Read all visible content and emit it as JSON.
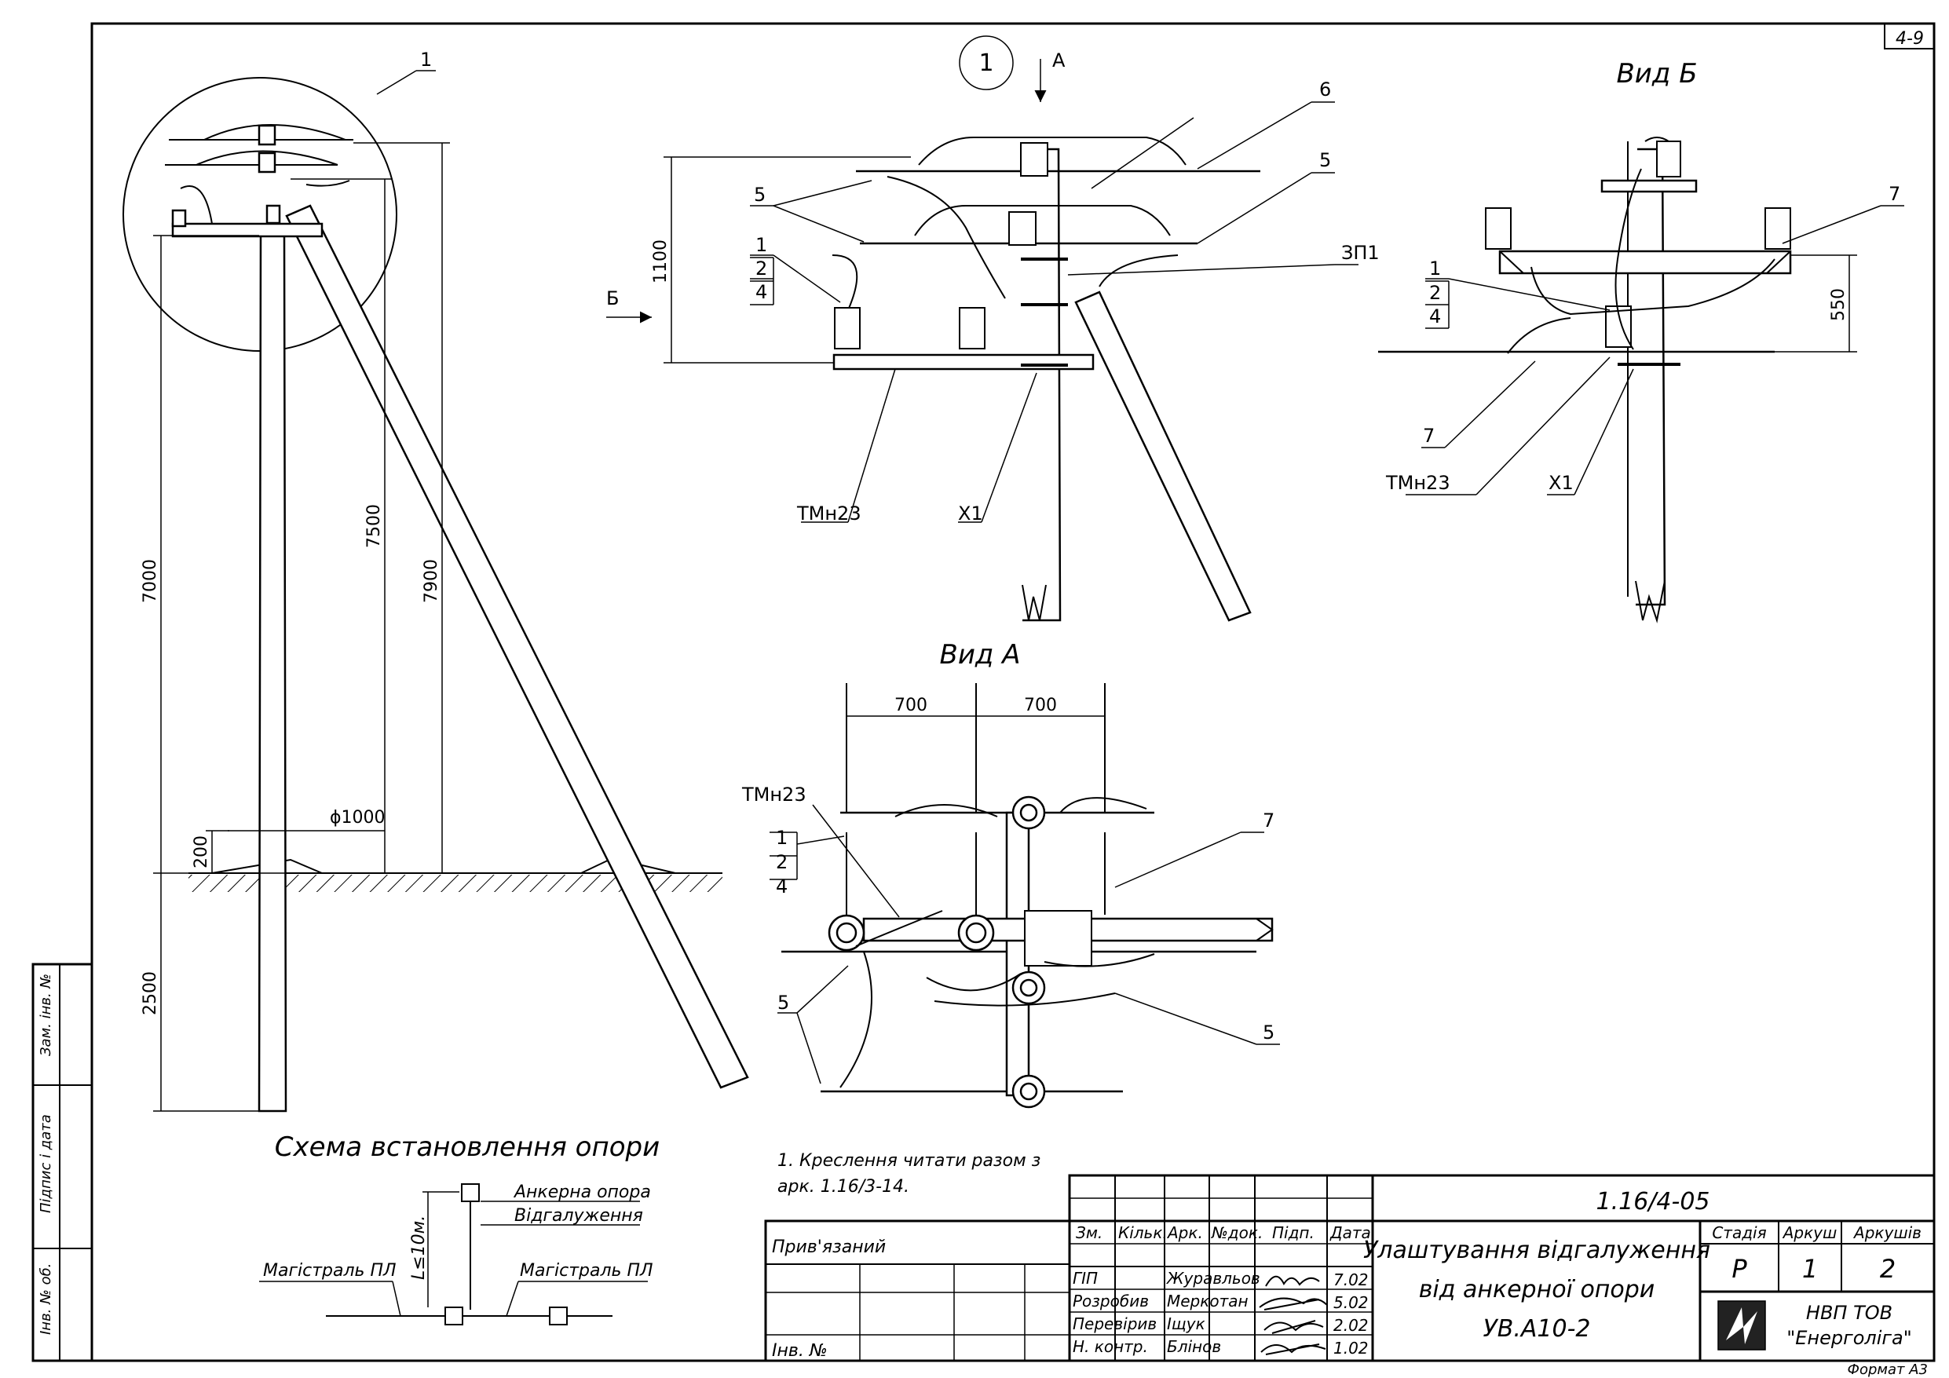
{
  "sheet_code": "4-9",
  "callout_number": "1",
  "arrow_a": "А",
  "arrow_b": "Б",
  "views": {
    "view_b_title": "Вид Б",
    "view_a_title": "Вид А",
    "scheme_title": "Схема встановлення опори"
  },
  "labels": {
    "l1": "1",
    "l2": "2",
    "l4": "4",
    "l5": "5",
    "l6": "6",
    "l7": "7",
    "zp1": "ЗП1",
    "x1": "Х1",
    "tmn23": "ТМн23"
  },
  "dimensions": {
    "d1100": "1100",
    "d550": "550",
    "d700": "700",
    "d7000": "7000",
    "d7500": "7500",
    "d7900": "7900",
    "d2500": "2500",
    "d200": "200",
    "d1000": "ϕ1000"
  },
  "scheme": {
    "anchor": "Анкерна опора",
    "branch": "Відгалуження",
    "main_left": "Магістраль ПЛ",
    "main_right": "Магістраль ПЛ",
    "length": "L≤10м."
  },
  "note": {
    "line1": "1. Креслення читати разом з",
    "line2": "арк. 1.16/3-14."
  },
  "side_stamp": {
    "a": "Зам. інв. №",
    "b": "Підпис і дата",
    "c": "Інв. № об."
  },
  "title_block": {
    "doc_code": "1.16/4-05",
    "prywyazany": "Прив'язаний",
    "inv": "Інв. №",
    "h_zm": "Зм.",
    "h_kilk": "Кільк.",
    "h_ark": "Арк.",
    "h_ndok": "№док.",
    "h_pidp": "Підп.",
    "h_data": "Дата",
    "roles": [
      "ГІП",
      "Розробив",
      "Перевірив",
      "Н. контр."
    ],
    "names": [
      "Журавльов",
      "Меркотан",
      "Іщук",
      "Блінов"
    ],
    "dates": [
      "7.02",
      "5.02",
      "2.02",
      "1.02"
    ],
    "title_l1": "Улаштування відгалуження",
    "title_l2": "від анкерної опори",
    "title_l3": "УВ.А10-2",
    "h_stage": "Стадія",
    "h_sheet": "Аркуш",
    "h_sheets": "Аркушів",
    "stage": "Р",
    "sheet": "1",
    "sheets": "2",
    "org_l1": "НВП ТОВ",
    "org_l2": "\"Енерголіга\"",
    "format": "Формат А3"
  }
}
